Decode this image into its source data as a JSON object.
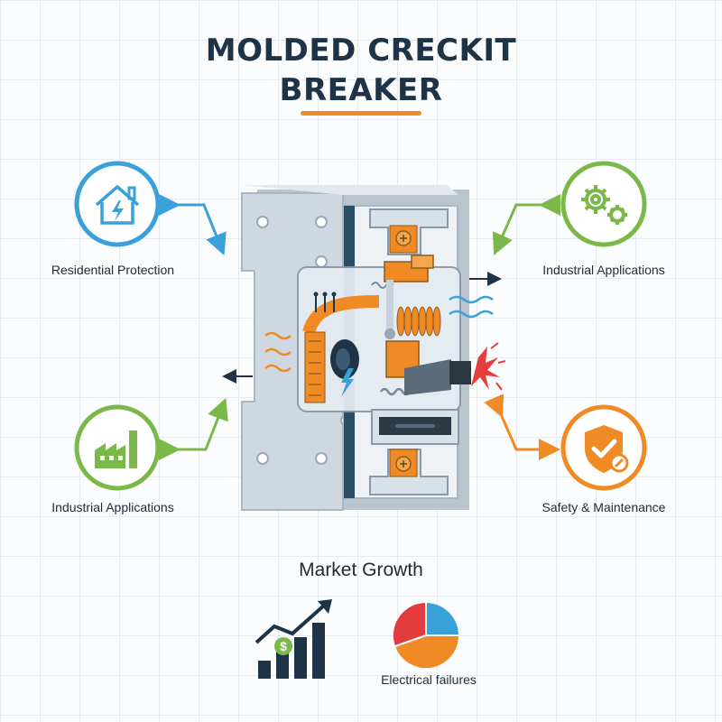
{
  "title": {
    "line1": "MOLDED CRECKIT",
    "line2": "BREAKER"
  },
  "colors": {
    "accent": "#f08a24",
    "blue": "#3aa0d8",
    "green": "#7bb84a",
    "orange": "#ef8a25",
    "dark": "#1f3347"
  },
  "features": [
    {
      "label": "Residential Protection",
      "icon": "house-lightning-icon",
      "color": "#3aa0d8"
    },
    {
      "label": "Industrial Applications",
      "icon": "gears-icon",
      "color": "#7bb84a"
    },
    {
      "label": "Industrial Applications",
      "icon": "factory-icon",
      "color": "#7bb84a"
    },
    {
      "label": "Safety & Maintenance",
      "icon": "shield-check-icon",
      "color": "#ef8a25"
    }
  ],
  "market": {
    "title": "Market Growth",
    "growth_icon": "bar-chart-growth-icon",
    "pie_icon": "pie-chart-icon",
    "pie_label": "Electrical failures"
  }
}
